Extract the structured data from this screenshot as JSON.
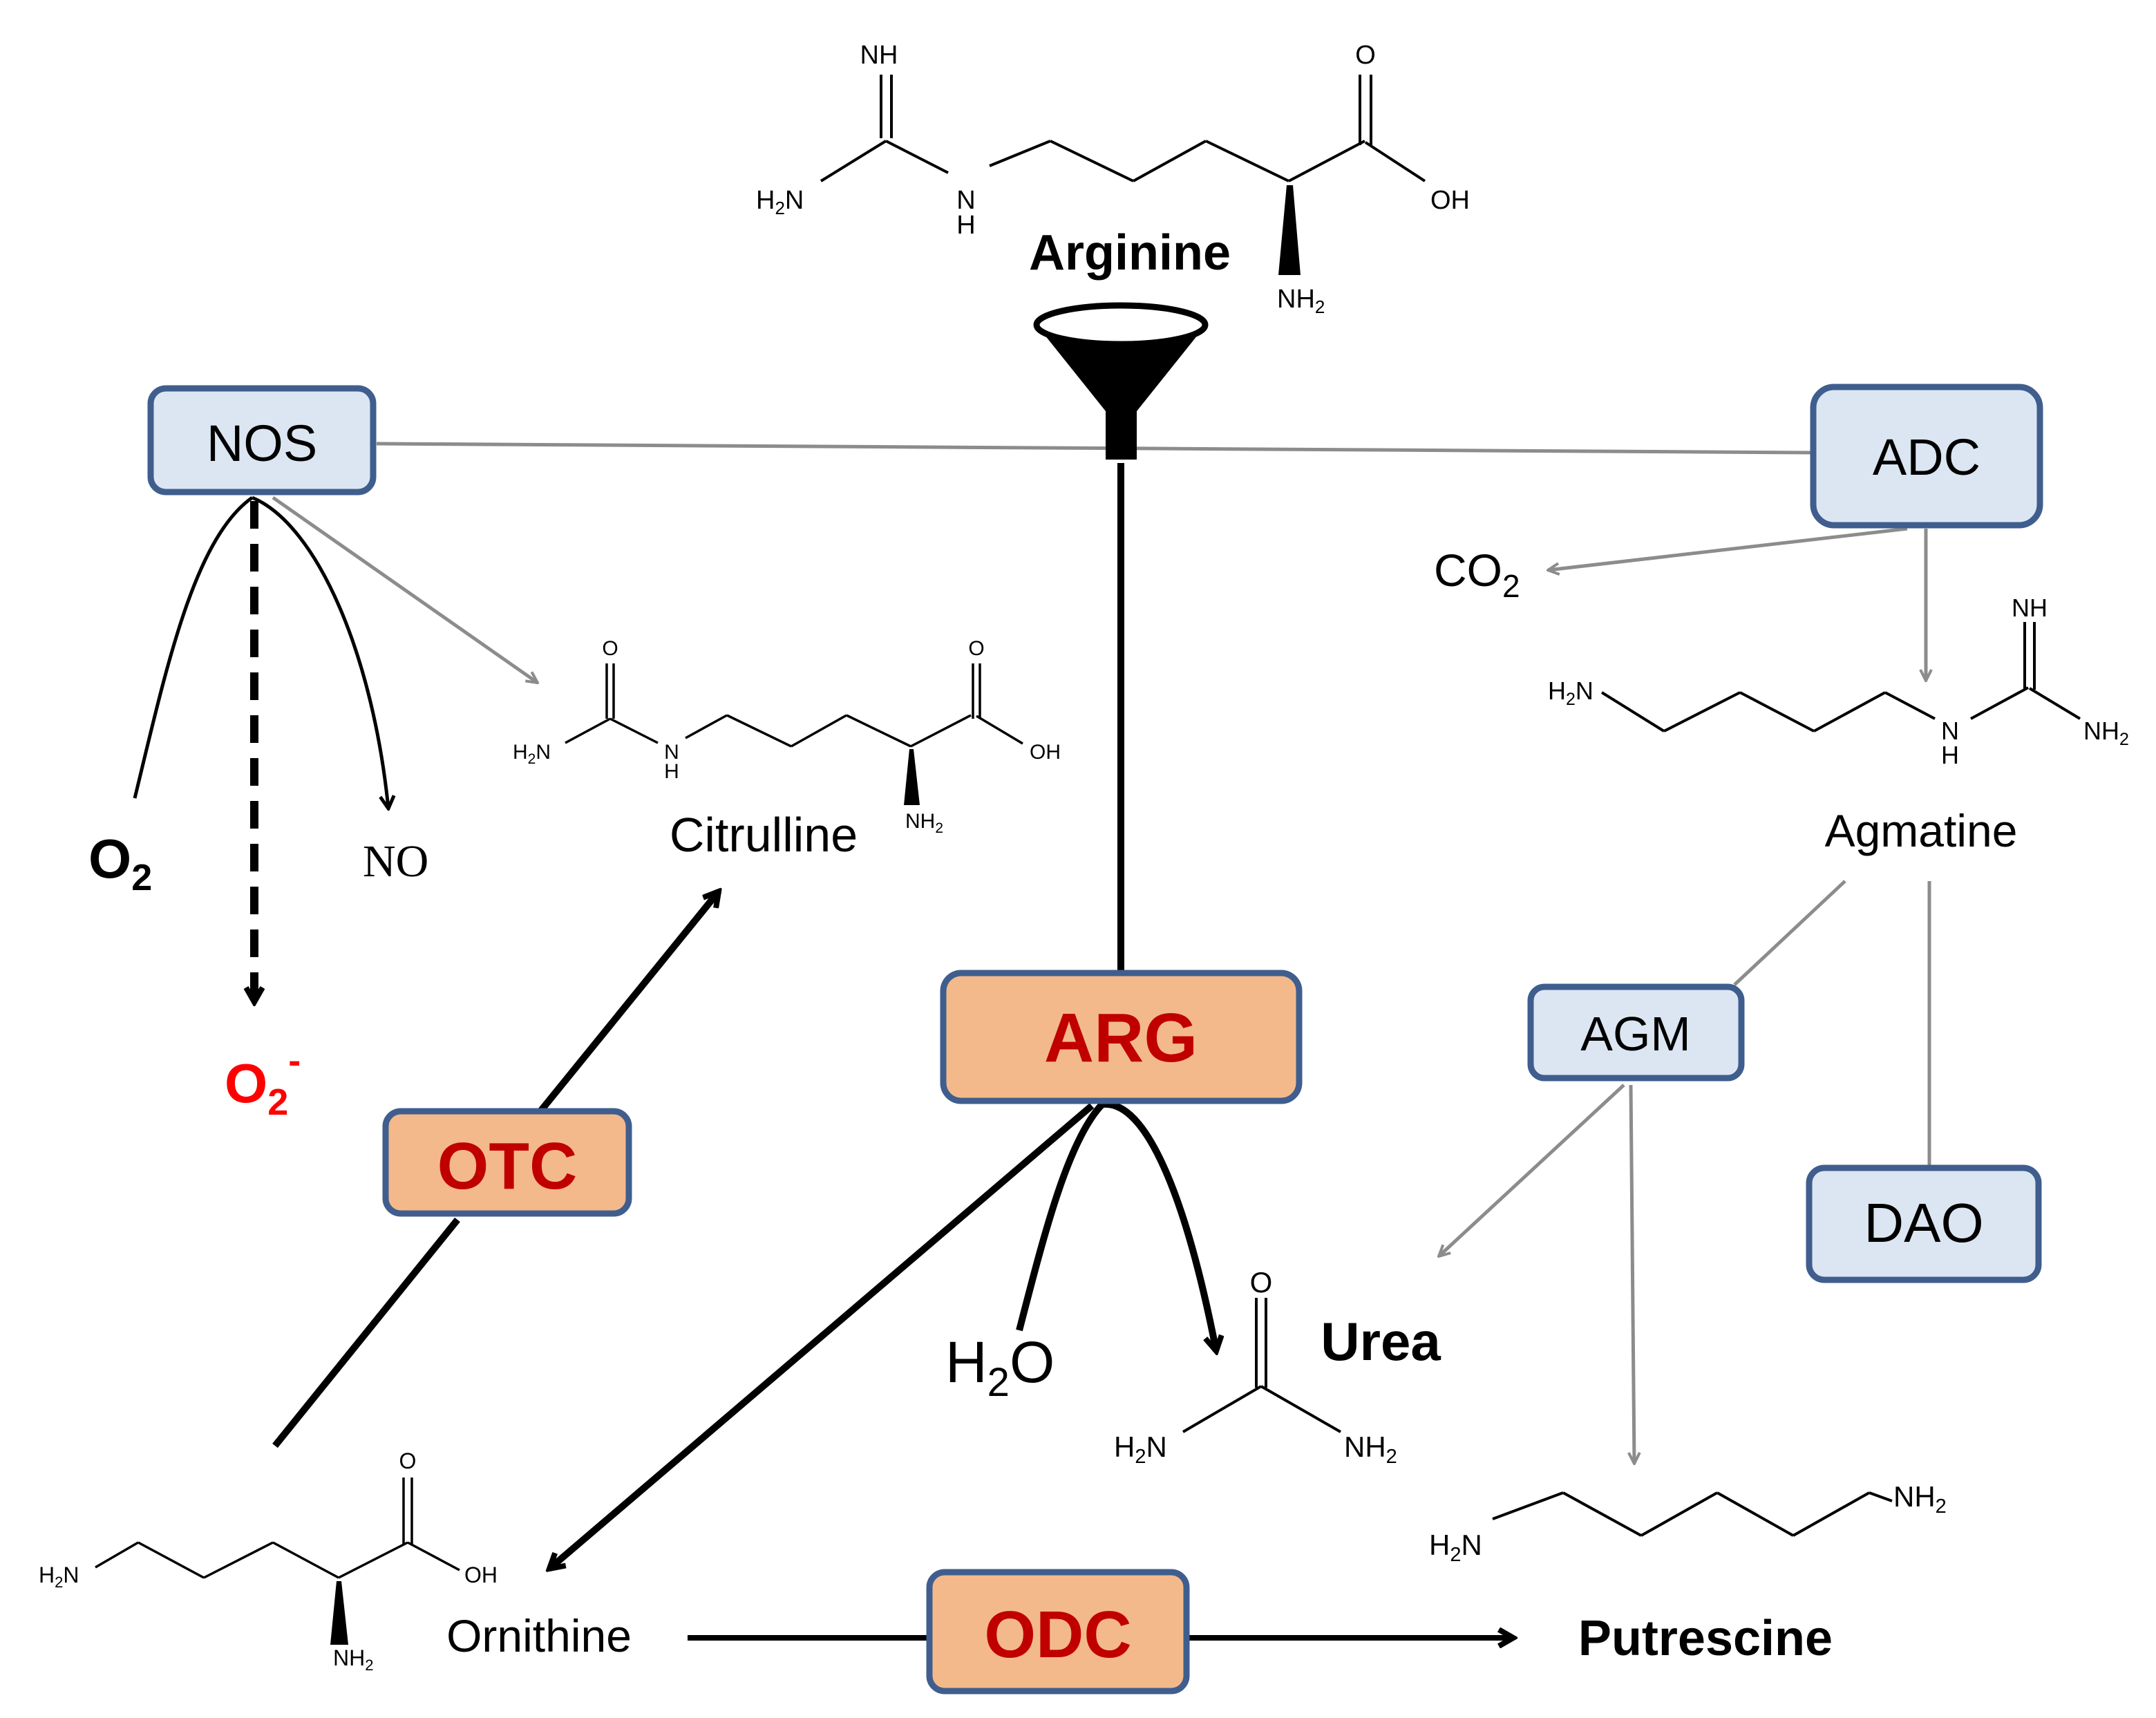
{
  "colors": {
    "enzyme_orange_fill": "#F4B98A",
    "enzyme_blue_fill": "#DCE6F2",
    "box_stroke": "#3F5E8E",
    "enzyme_label_red": "#C00000",
    "superoxide_red": "#FF0000",
    "gray_arrow": "#8C8C8C",
    "black": "#000000"
  },
  "molecules": {
    "arginine": "Arginine",
    "citrulline": "Citrulline",
    "ornithine": "Ornithine",
    "agmatine": "Agmatine",
    "urea": "Urea",
    "putrescine": "Putrescine"
  },
  "enzymes": {
    "nos": "NOS",
    "adc": "ADC",
    "arg": "ARG",
    "otc": "OTC",
    "odc": "ODC",
    "agm": "AGM",
    "dao": "DAO"
  },
  "small_molecules": {
    "o2": "O",
    "o2_sub": "2",
    "no": "NO",
    "superoxide": "O",
    "superoxide_sub": "2",
    "superoxide_sup": "-",
    "co2": "CO",
    "co2_sub": "2",
    "h2o_h": "H",
    "h2o_sub": "2",
    "h2o_o": "O"
  },
  "atom_labels": {
    "nh": "NH",
    "h2n": "H2N",
    "nh2": "NH2",
    "n": "N",
    "h": "H",
    "o": "O",
    "oh": "OH"
  }
}
